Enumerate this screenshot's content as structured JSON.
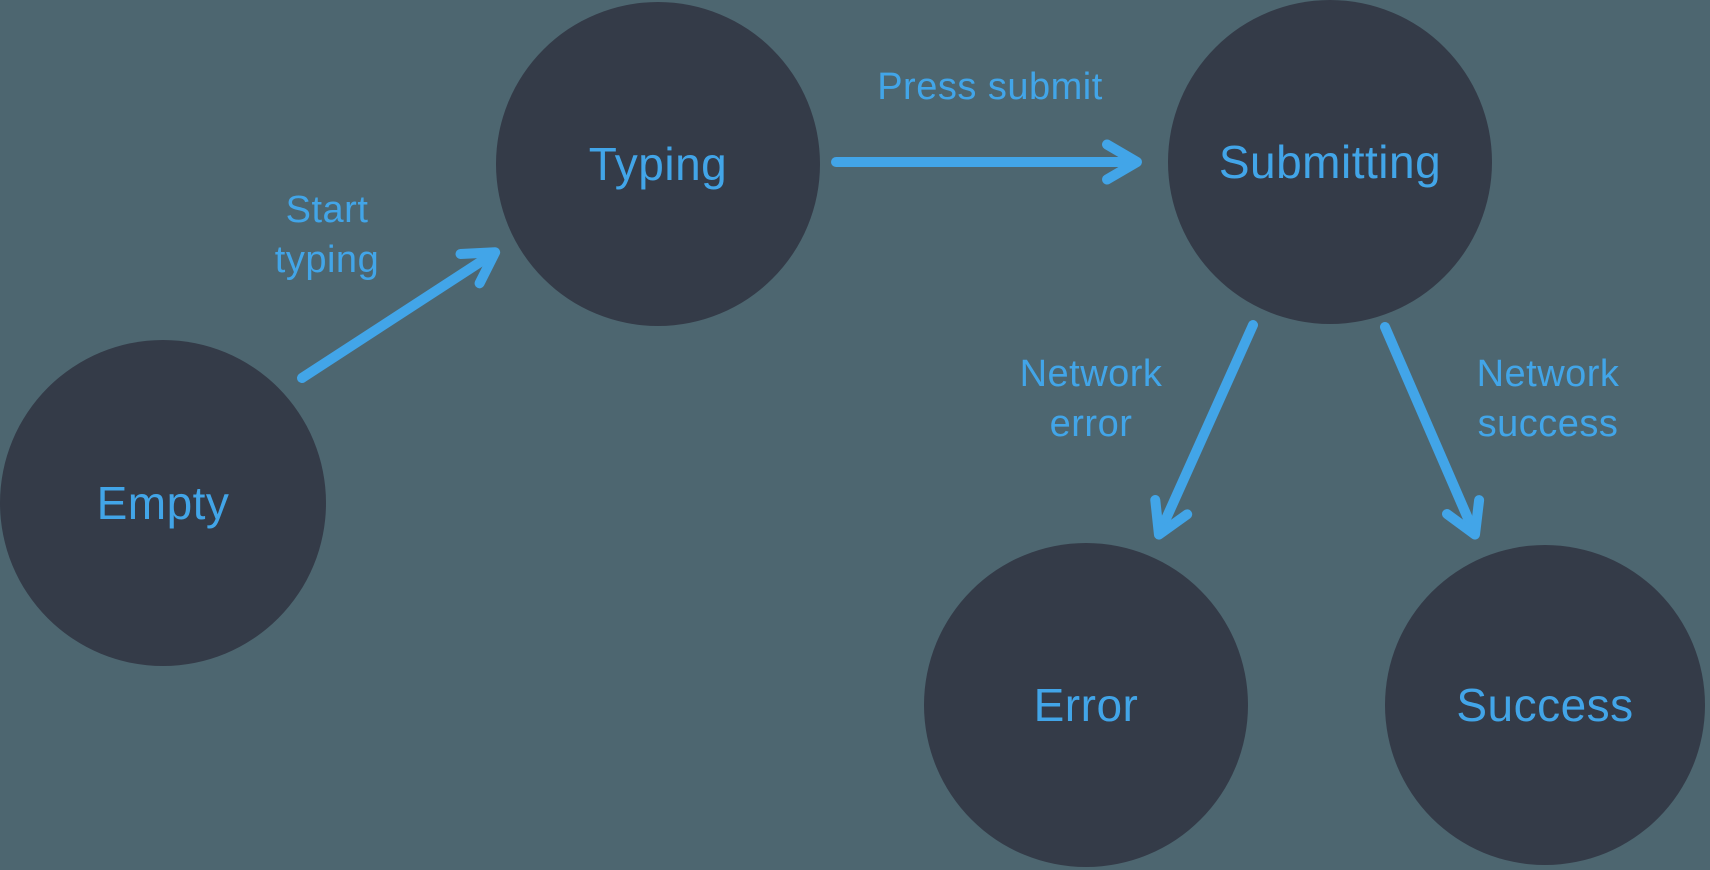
{
  "page": {
    "background": "#4D6670"
  },
  "palette": {
    "node_fill": "#343B48",
    "accent": "#42A5E8"
  },
  "diagram": {
    "type": "state-machine",
    "states": [
      {
        "id": "empty",
        "label": "Empty"
      },
      {
        "id": "typing",
        "label": "Typing"
      },
      {
        "id": "submitting",
        "label": "Submitting"
      },
      {
        "id": "error",
        "label": "Error"
      },
      {
        "id": "success",
        "label": "Success"
      }
    ],
    "transitions": [
      {
        "from": "empty",
        "to": "typing",
        "label": "Start\ntyping"
      },
      {
        "from": "typing",
        "to": "submitting",
        "label": "Press submit"
      },
      {
        "from": "submitting",
        "to": "error",
        "label": "Network\nerror"
      },
      {
        "from": "submitting",
        "to": "success",
        "label": "Network\nsuccess"
      }
    ]
  }
}
